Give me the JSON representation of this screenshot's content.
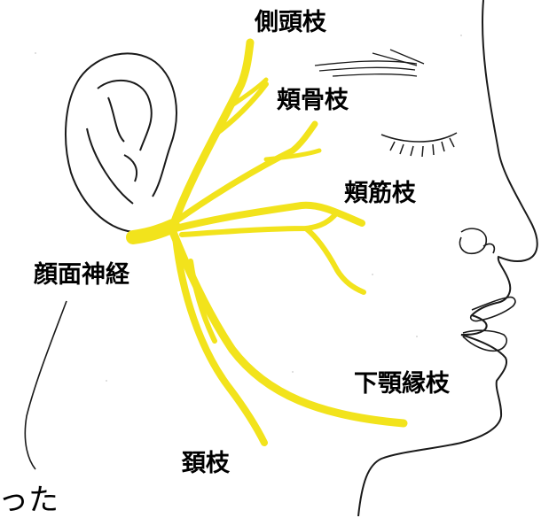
{
  "colors": {
    "nerve": "#f2e31c",
    "outline": "#1a1a1a",
    "background": "#ffffff"
  },
  "labels": {
    "temporal": "側頭枝",
    "zygomatic": "頬骨枝",
    "buccal": "頬筋枝",
    "facial_nerve": "顔面神経",
    "marginal_mandibular": "下顎縁枝",
    "cervical": "頚枝",
    "cut_text": "った"
  },
  "icons": [
    "ear",
    "closed-eye",
    "face-profile"
  ]
}
